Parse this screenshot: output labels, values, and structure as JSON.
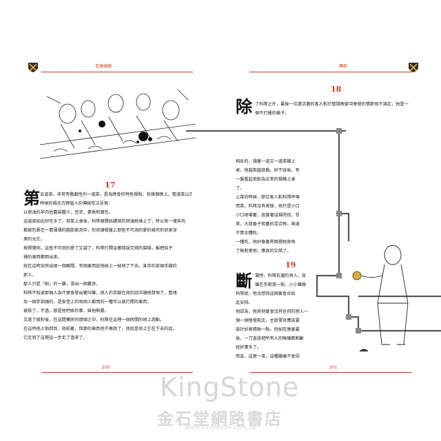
{
  "left_page": {
    "running_head": "瓦倫伽娜",
    "chapter_number": "17",
    "dropcap": "第",
    "lines": [
      "五道菜，非常有戲劇性的一道菜，是為晚會的特色餐點。前幾個晚上，整道菜以古",
      "時候的規北方野蠻人的傳統吃法呈現：",
      "以燃油的羊肉佐蘑菇醬汁，豆泥，羹魚和面包。",
      "這道菜如此好吃多了。但菜上桌後，科隊便開始讚賞的燃油將燒上了，所以每一塊羊肉",
      "都被包裹在一層薄薄的脂肪氣泡中，形狀讓餐盤上那些不可測的愛的幾何形狀更深",
      "奧的光芒。",
      "按照慣例，這些不可測的愛了又誠了，科隊打開這著錯誤交錯的腐鍋，擬把焰子",
      "裡的東西都倒出來。",
      "就在這時突然出現一個瞬間，有個東西從他掉上一掉地了下去。某中的某個手腳的",
      "那人，",
      "那人只是「刷」的一聲，滑出一個驚奇。",
      "科隊不知道那個人為什麼會發出驚叫聲，那人的手腳在他的話中讓他發現了，整塊",
      "及一個手指頭的，是食堂上的每個人都用的一種可以被打開的東西，",
      "被救了，不過，那是他們家的事，與他無關。",
      "又過了幾秒後，在這間樓房的那個之中，科隊在這裡一個房間的地上游動。",
      "在這時他上他回到，他前著，但那的東西他不再說了，他就是地上它在下去的話，",
      "它走到了這裡這一步走了過來了。"
    ],
    "folio": "200"
  },
  "right_page": {
    "running_head": "歸南",
    "chapter_18": {
      "number": "18",
      "dropcap": "除",
      "lines": [
        "了科隊之外，最後一位還活著的客人對於整場晚宴中晚餐的情節很不滿足，他是一",
        "個不打擾的樣子。"
      ]
    },
    "chapter_18_body": [
      "相反的，隨著一道又一道菜餚上",
      "桌，他越來越欲餓。好不容易，有",
      "一盤看起來較為正常的餐餚上桌",
      "了。",
      "上菜的時候，那位客人對科隊呼喚",
      "而笑。科隊沒有表態，他只是小口",
      "小口地嚐著，品嘗著這鍋肉怪，甘",
      "草，大茴香子和薑的混合物，味道",
      "不算太糟吃。",
      "一種吃，他好像著黑暗裡飛來飛",
      "了無新意地，應真的又錯了。"
    ],
    "chapter_19": {
      "number": "19",
      "dropcap": "斷",
      "lines": [
        "電時，科隊右邊的男人，背",
        "痛在手腕過一般，小小聲跟",
        "科隊說，他沒想到這個宴會台如",
        "此安排。",
        "他認為，他其他宴會沒有任何的把人一",
        "個一個慢慢救走，主廚軍官應該要",
        "設計好更精緻一點，例如在晚宴最",
        "後，一刀直接把所有人的喉嚨都割斷",
        "就好事多了。",
        "而且，這麼一來，這種腹痛不會因"
      ]
    },
    "folio": "201"
  },
  "watermark": {
    "brand": "KingStone",
    "brand_cn": "金石堂網路書店",
    "url": "www.kingstone.com.tw"
  }
}
